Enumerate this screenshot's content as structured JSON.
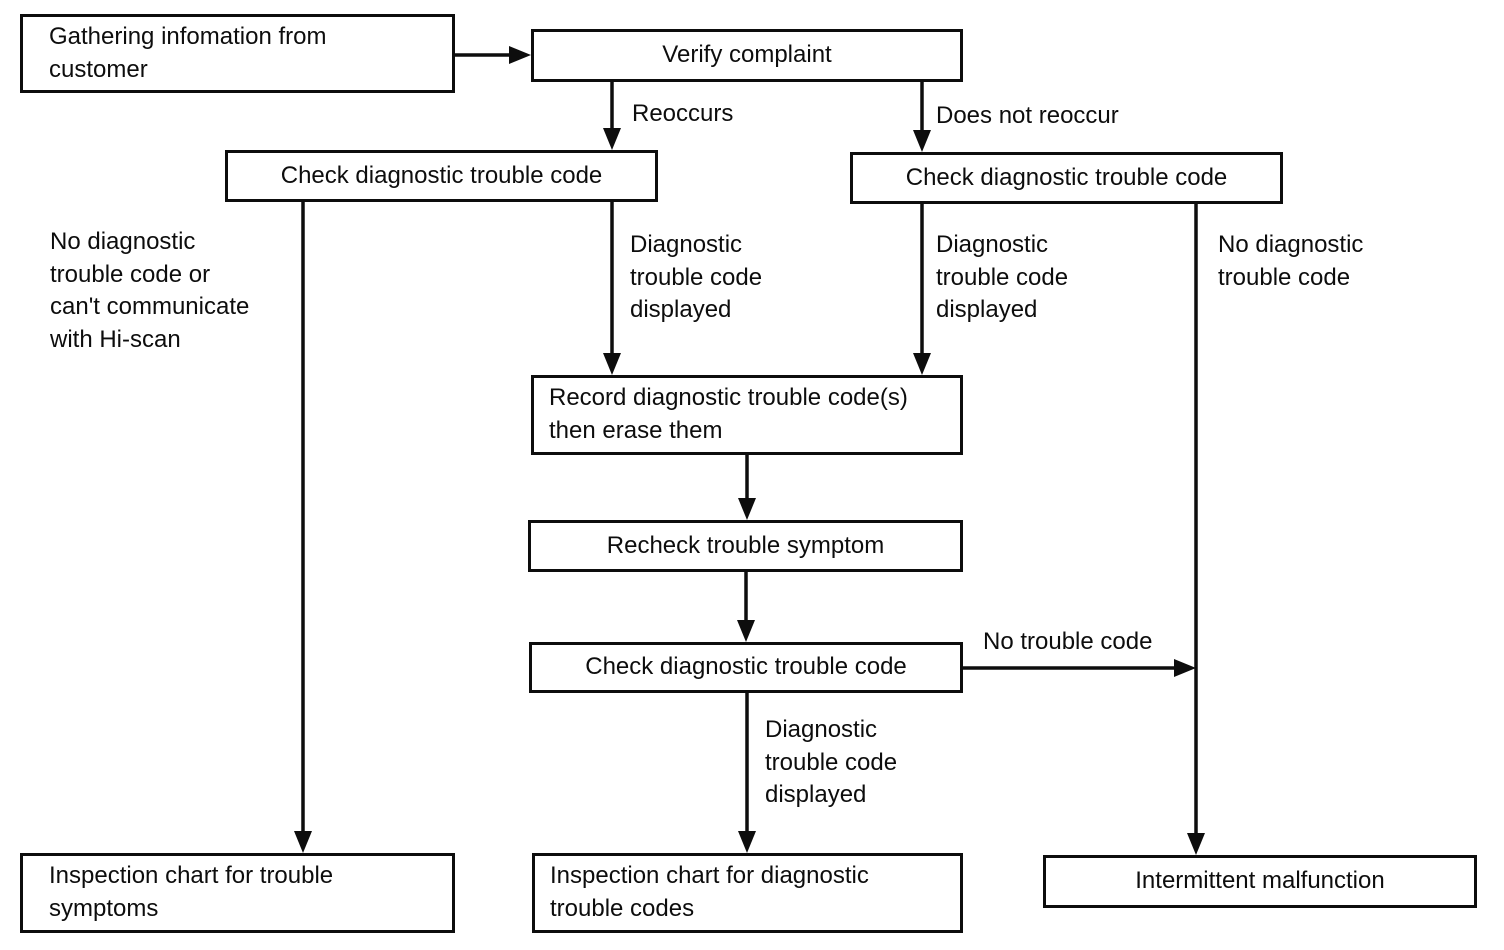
{
  "page": {
    "background_color": "#ffffff",
    "ink_color": "#0d0d0d",
    "description": "Scanned diagnostic trouble code flowchart"
  },
  "nodes": {
    "gathering": "Gathering infomation from\ncustomer",
    "verify": "Verify complaint",
    "check_left": "Check diagnostic trouble code",
    "check_right": "Check diagnostic trouble code",
    "record": "Record diagnostic trouble code(s)\nthen erase them",
    "recheck": "Recheck trouble symptom",
    "check_mid": "Check diagnostic trouble code",
    "inspect_symptoms": "Inspection chart for trouble\nsymptoms",
    "inspect_codes": "Inspection chart for diagnostic\ntrouble codes",
    "intermittent": "Intermittent malfunction"
  },
  "edge_labels": {
    "reoccurs": "Reoccurs",
    "does_not_reoccur": "Does not reoccur",
    "no_dtc_or_no_comm": "No diagnostic\ntrouble code or\ncan't communicate\nwith Hi-scan",
    "dtc_displayed_left": "Diagnostic\ntrouble code\ndisplayed",
    "dtc_displayed_right": "Diagnostic\ntrouble code\ndisplayed",
    "no_dtc": "No diagnostic\ntrouble code",
    "no_trouble_code": "No trouble code",
    "dtc_displayed_bottom": "Diagnostic\ntrouble code\ndisplayed"
  }
}
